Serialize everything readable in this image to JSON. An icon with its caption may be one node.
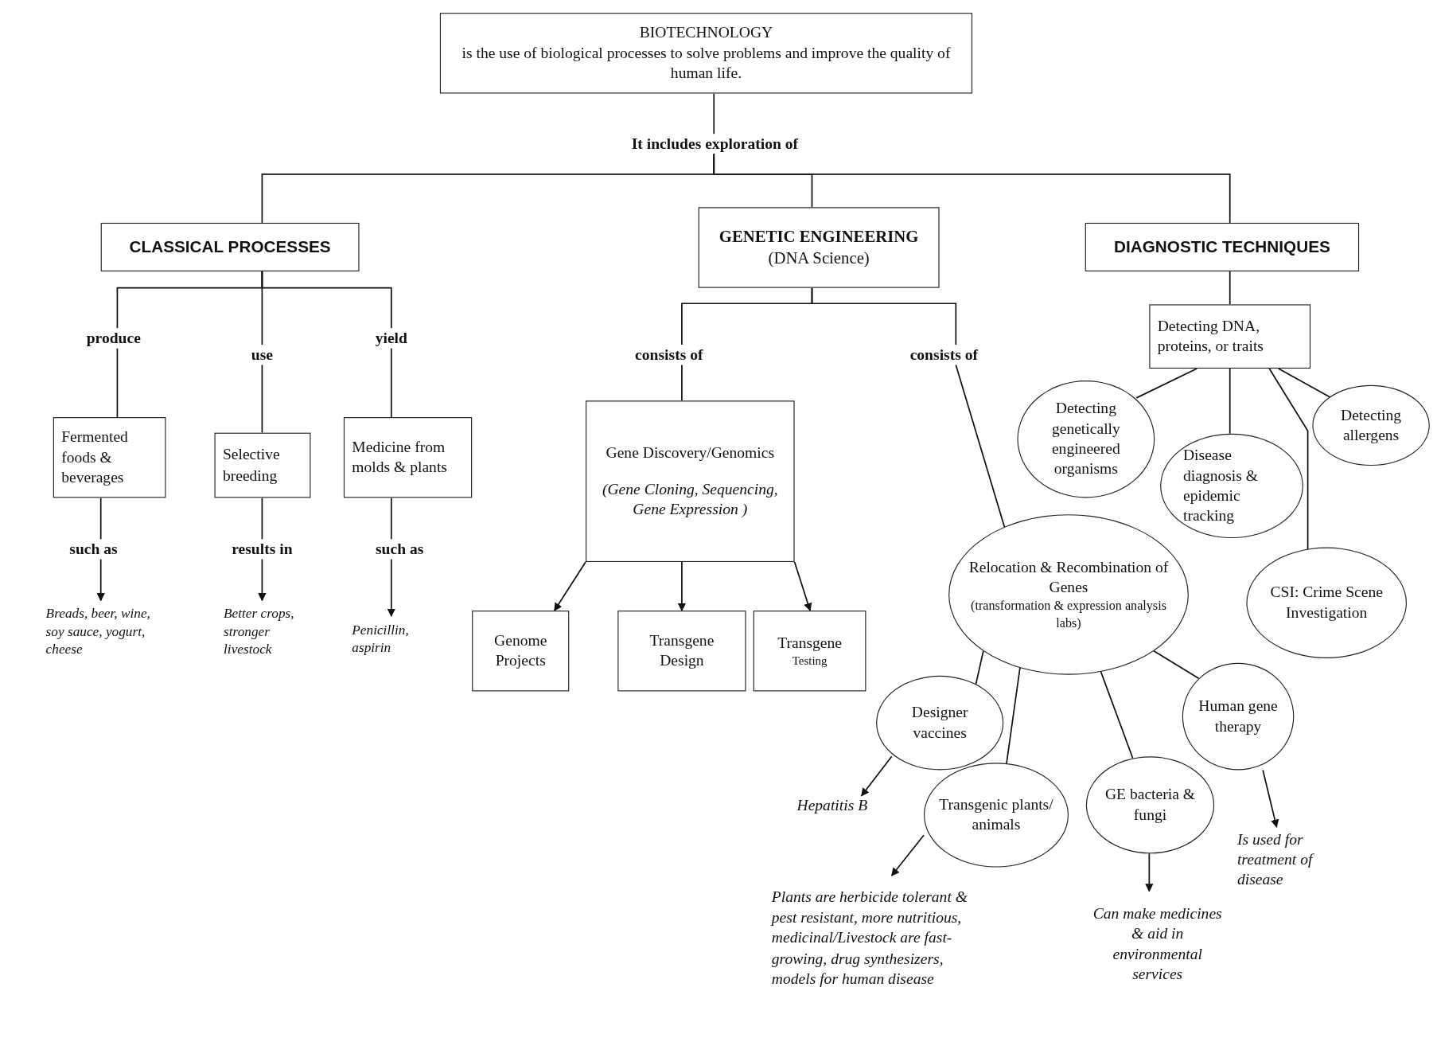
{
  "diagram": {
    "nodes": [
      {
        "text": [
          "BIOTECHNOLOGY",
          "is the use of biological processes to solve problems and improve the quality of human life."
        ]
      },
      {
        "text": [
          "It includes exploration of"
        ]
      },
      {
        "text": [
          "CLASSICAL PROCESSES"
        ]
      },
      {
        "text": [
          "GENETIC ENGINEERING",
          "(DNA Science)"
        ]
      },
      {
        "text": [
          "DIAGNOSTIC TECHNIQUES"
        ]
      },
      {
        "text": [
          "produce"
        ]
      },
      {
        "text": [
          "use"
        ]
      },
      {
        "text": [
          "yield"
        ]
      },
      {
        "text": [
          "Fermented foods & beverages"
        ]
      },
      {
        "text": [
          "Selective breeding"
        ]
      },
      {
        "text": [
          "Medicine from molds & plants"
        ]
      },
      {
        "text": [
          "such as"
        ]
      },
      {
        "text": [
          "results in"
        ]
      },
      {
        "text": [
          "such as"
        ]
      },
      {
        "text": [
          "Breads, beer, wine, soy sauce, yogurt, cheese"
        ]
      },
      {
        "text": [
          "Better crops, stronger livestock"
        ]
      },
      {
        "text": [
          "Penicillin, aspirin"
        ]
      },
      {
        "text": [
          "consists of"
        ]
      },
      {
        "text": [
          "consists of"
        ]
      },
      {
        "text": [
          "Gene Discovery/Genomics",
          "(Gene Cloning, Sequencing, Gene Expression )"
        ]
      },
      {
        "text": [
          "Genome Projects"
        ]
      },
      {
        "text": [
          "Transgene Design"
        ]
      },
      {
        "text": [
          "Transgene",
          "Testing"
        ]
      },
      {
        "text": [
          "Detecting DNA, proteins, or traits"
        ]
      },
      {
        "text": [
          "Detecting genetically engineered organisms"
        ]
      },
      {
        "text": [
          "Detecting allergens"
        ]
      },
      {
        "text": [
          "Disease diagnosis & epidemic tracking"
        ]
      },
      {
        "text": [
          "CSI: Crime Scene Investigation"
        ]
      },
      {
        "text": [
          "Relocation & Recombination of Genes",
          "(transformation & expression analysis labs)"
        ]
      },
      {
        "text": [
          "Designer vaccines"
        ]
      },
      {
        "text": [
          "Transgenic plants/ animals"
        ]
      },
      {
        "text": [
          "GE bacteria & fungi"
        ]
      },
      {
        "text": [
          "Human gene therapy"
        ]
      },
      {
        "text": [
          "Hepatitis B"
        ]
      },
      {
        "text": [
          "Plants are herbicide tolerant & pest resistant, more nutritious, medicinal/Livestock are fast-growing, drug synthesizers, models for human disease"
        ]
      },
      {
        "text": [
          "Can make medicines & aid in environmental services"
        ]
      },
      {
        "text": [
          "Is used for treatment of disease"
        ]
      }
    ],
    "edges": [
      {
        "from": 0,
        "to": 1,
        "arrow": "none"
      },
      {
        "from": 1,
        "to": 2,
        "arrow": "none"
      },
      {
        "from": 1,
        "to": 3,
        "arrow": "none"
      },
      {
        "from": 1,
        "to": 4,
        "arrow": "none"
      },
      {
        "from": 2,
        "to": 5,
        "arrow": "none"
      },
      {
        "from": 2,
        "to": 6,
        "arrow": "none"
      },
      {
        "from": 2,
        "to": 7,
        "arrow": "none"
      },
      {
        "from": 5,
        "to": 8,
        "arrow": "none"
      },
      {
        "from": 6,
        "to": 9,
        "arrow": "none"
      },
      {
        "from": 7,
        "to": 10,
        "arrow": "none"
      },
      {
        "from": 8,
        "to": 11,
        "arrow": "none"
      },
      {
        "from": 9,
        "to": 12,
        "arrow": "none"
      },
      {
        "from": 10,
        "to": 13,
        "arrow": "none"
      },
      {
        "from": 11,
        "to": 14,
        "arrow": "to"
      },
      {
        "from": 12,
        "to": 15,
        "arrow": "to"
      },
      {
        "from": 13,
        "to": 16,
        "arrow": "to"
      },
      {
        "from": 3,
        "to": 17,
        "arrow": "none"
      },
      {
        "from": 3,
        "to": 18,
        "arrow": "none"
      },
      {
        "from": 17,
        "to": 19,
        "arrow": "none"
      },
      {
        "from": 18,
        "to": 28,
        "arrow": "none"
      },
      {
        "from": 19,
        "to": 20,
        "arrow": "to"
      },
      {
        "from": 19,
        "to": 21,
        "arrow": "to"
      },
      {
        "from": 19,
        "to": 22,
        "arrow": "to"
      },
      {
        "from": 4,
        "to": 23,
        "arrow": "none"
      },
      {
        "from": 23,
        "to": 24,
        "arrow": "none"
      },
      {
        "from": 23,
        "to": 26,
        "arrow": "none"
      },
      {
        "from": 23,
        "to": 25,
        "arrow": "none"
      },
      {
        "from": 23,
        "to": 27,
        "arrow": "none"
      },
      {
        "from": 28,
        "to": 29,
        "arrow": "none"
      },
      {
        "from": 28,
        "to": 30,
        "arrow": "none"
      },
      {
        "from": 28,
        "to": 31,
        "arrow": "none"
      },
      {
        "from": 28,
        "to": 32,
        "arrow": "none"
      },
      {
        "from": 29,
        "to": 33,
        "arrow": "to"
      },
      {
        "from": 30,
        "to": 34,
        "arrow": "to"
      },
      {
        "from": 31,
        "to": 35,
        "arrow": "to"
      },
      {
        "from": 32,
        "to": 36,
        "arrow": "to"
      }
    ]
  }
}
